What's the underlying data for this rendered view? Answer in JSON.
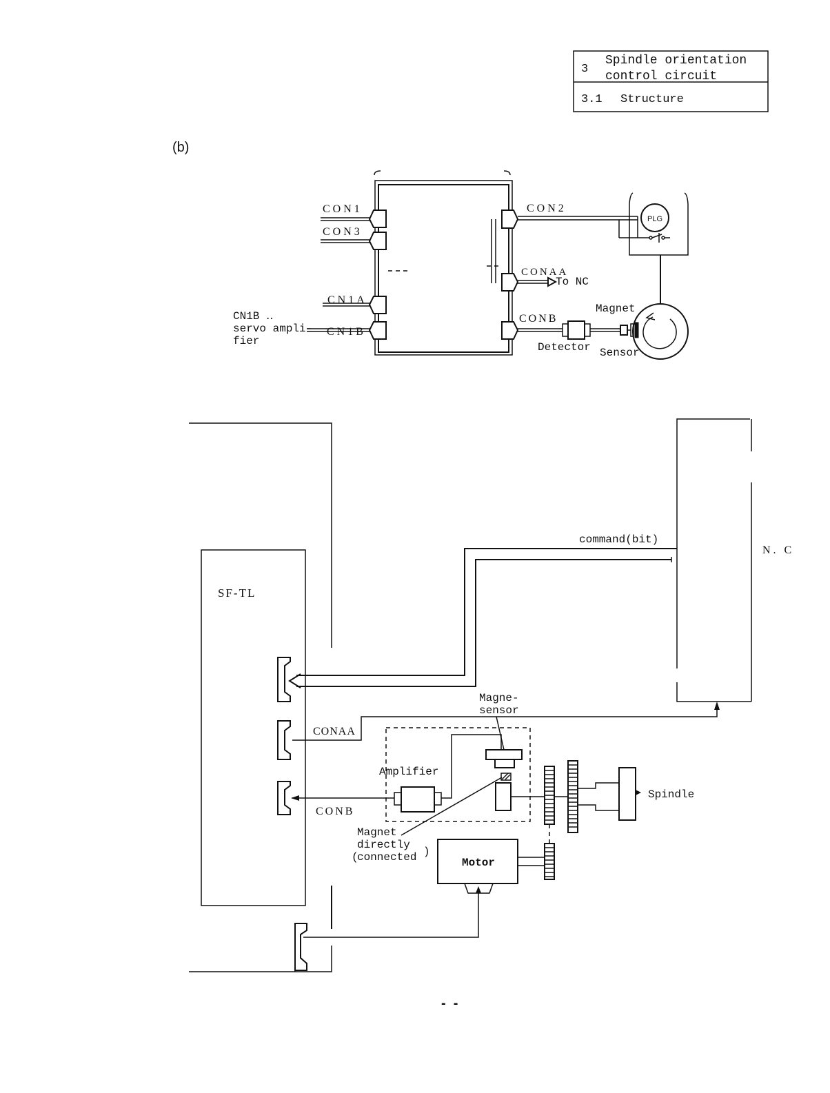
{
  "header": {
    "section_number": "3",
    "section_title_line1": "Spindle orientation",
    "section_title_line2": "control circuit",
    "subsection_number": "3.1",
    "subsection_title": "Structure"
  },
  "figure_b": {
    "label": "(b)",
    "left_connectors": [
      "CON1",
      "CON3",
      "CN1A",
      "CN1B"
    ],
    "right_connectors": [
      "CON2",
      "CONAA",
      "CONB"
    ],
    "cn1b_note_line1": "CN1B ‥",
    "cn1b_note_line2": "servo ampli-",
    "cn1b_note_line3": "fier",
    "to_nc": "To NC",
    "plg": "PLG",
    "magnet": "Magnet",
    "detector": "Detector",
    "sensor": "Sensor"
  },
  "figure_main": {
    "amp_unit": "SF-TL",
    "nc_unit": "N. C",
    "command_label": "command(bit)",
    "conaa": "CONAA",
    "conb": "CONB",
    "magnesensor_line1": "Magne-",
    "magnesensor_line2": "sensor",
    "amplifier": "Amplifier",
    "magnet_line1": "Magnet",
    "magnet_line2": "directly",
    "magnet_line3": "connected",
    "motor": "Motor",
    "spindle": "Spindle"
  },
  "footer": {
    "page_marks": "-  -"
  }
}
